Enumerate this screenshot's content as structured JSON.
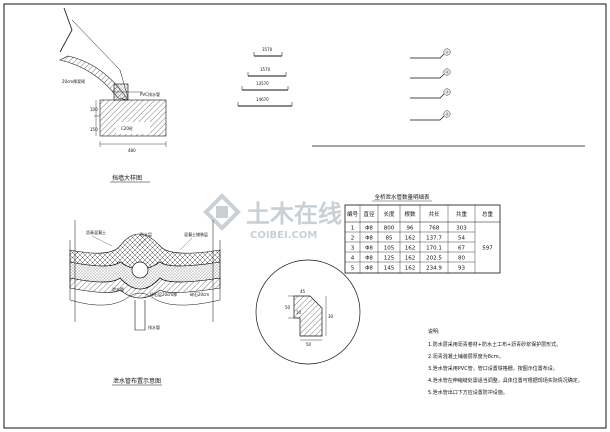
{
  "watermark": {
    "text_cn": "土木在线",
    "text_en": "COIBEI.COM",
    "color": "#c9cfd3"
  },
  "detail_top_left": {
    "label_slope": "20cm厚浆砌",
    "label_pipe": "PVC排水管",
    "dim_100": "100",
    "dim_150": "150",
    "dim_480": "480",
    "label_base": "C20砼",
    "caption": "挡墙大样图"
  },
  "rebar_shapes": {
    "dims": [
      "3570",
      "3570",
      "13570",
      "14670"
    ]
  },
  "rebar_marks": {
    "labels": [
      "①",
      "②",
      "③",
      "④"
    ]
  },
  "table": {
    "title": "全桥泄水管数量明细表",
    "headers": [
      "编号",
      "直径",
      "长度",
      "根数",
      "共长",
      "共重",
      "总重"
    ],
    "rows": [
      [
        "1",
        "Φ8",
        "800",
        "96",
        "768",
        "303"
      ],
      [
        "2",
        "Φ8",
        "85",
        "162",
        "137.7",
        "54"
      ],
      [
        "3",
        "Φ8",
        "105",
        "162",
        "170.1",
        "67"
      ],
      [
        "4",
        "Φ8",
        "125",
        "162",
        "202.5",
        "80"
      ],
      [
        "5",
        "Φ8",
        "145",
        "162",
        "234.9",
        "93"
      ]
    ],
    "total": "597"
  },
  "culvert_detail": {
    "label_left": "沥青混凝土",
    "label_mid": "防水层",
    "label_right": "混凝土铺装层",
    "label_pipe_left": "泄水管",
    "label_bottom_left": "排水管",
    "label_bottom_mid": "碎石层20cm厚",
    "label_bottom_right": "碎石20cm",
    "caption": "泄水管布置示意图"
  },
  "circle_detail": {
    "dims": [
      "45",
      "50",
      "10",
      "30",
      "50"
    ]
  },
  "notes": {
    "heading": "说明:",
    "items": [
      "1.防水层采用沥青卷材+防水土工布+沥青砂浆保护层形式。",
      "2.沥青混凝土铺装层厚度为8cm。",
      "3.泄水管采用PVC管，管口设置铁格栅，按图示位置布设。",
      "4.泄水管在伸缩缝处需适当调整，具体位置可根据现场实际情况确定。",
      "5.泄水管出口下方应设置防冲设施。"
    ]
  }
}
